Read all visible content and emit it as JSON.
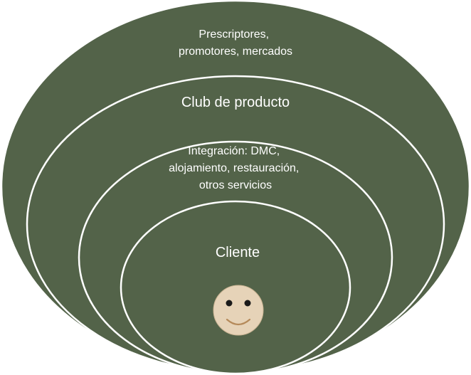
{
  "diagram": {
    "layers": {
      "outer": {
        "line1": "Prescriptores,",
        "line2": "promotores, mercados"
      },
      "club": {
        "label": "Club de producto"
      },
      "integration": {
        "line1": "Integración: DMC,",
        "line2": "alojamiento, restauración,",
        "line3": "otros servicios"
      },
      "core": {
        "label": "Cliente"
      }
    },
    "center_icon": "smiley-face-icon",
    "colors": {
      "layer_fill": "#536349",
      "ring_stroke": "#ffffff",
      "label_text": "#ffffff",
      "face_fill": "#e6d3b8",
      "face_features": "#1a1a1a",
      "smile": "#b58a5a"
    }
  }
}
